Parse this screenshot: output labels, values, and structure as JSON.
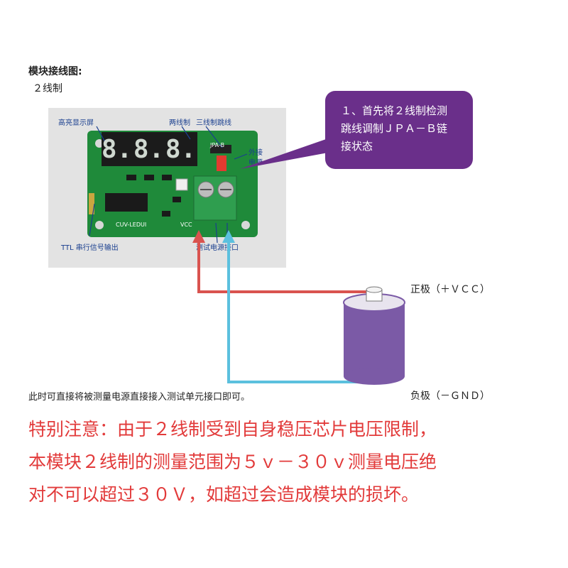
{
  "heading": "模块接线图:",
  "subheading": "２线制",
  "photo_labels": {
    "display": "高亮显示屏",
    "two_wire": "两线制",
    "three_wire": "三线制跳线",
    "ext_power_1": "外接",
    "ext_power_2": "电源",
    "ttl": "TTL 串行信号输出",
    "test_port": "测试电源接口",
    "jumper": "JPA-B",
    "vcc": "VCC",
    "board": "CUV-LEDUI"
  },
  "display_digits": [
    "8.",
    "8.",
    "8."
  ],
  "callout": {
    "line1": "１、首先将２线制检测",
    "line2": "跳线调制ＪＰＡ－Ｂ链",
    "line3": "接状态"
  },
  "positive_label": "正极（＋ＶＣＣ）",
  "negative_label": "负极（－ＧＮＤ）",
  "note": "此时可直接将被测量电源直接接入测试单元接口即可。",
  "warning": {
    "line1": "特别注意：由于２线制受到自身稳压芯片电压限制，",
    "line2": "本模块２线制的测量范围为５ｖ－３０ｖ测量电压绝",
    "line3": "对不可以超过３０Ｖ，如超过会造成模块的损坏。"
  },
  "colors": {
    "pcb": "#1f8a3a",
    "callout": "#6a2f8a",
    "positive_wire": "#d9534f",
    "negative_wire": "#5bc0de",
    "battery": "#7b5aa6",
    "warning": "#e23a3a"
  }
}
